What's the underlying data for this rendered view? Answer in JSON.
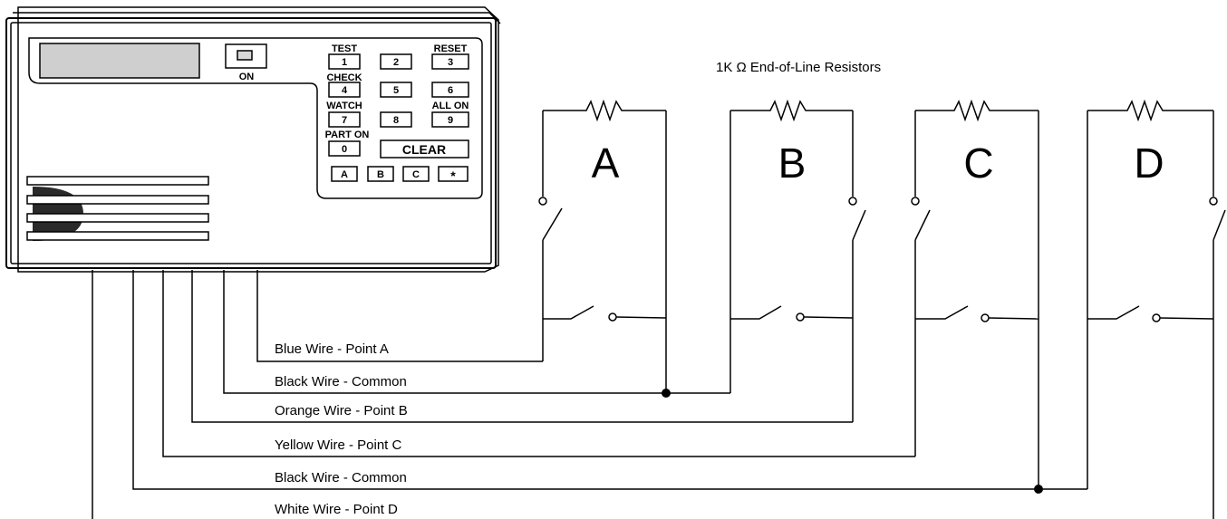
{
  "title": "1K Ω End-of-Line Resistors",
  "panel": {
    "on_label": "ON",
    "keys": [
      {
        "digit": "1",
        "top_label": "TEST"
      },
      {
        "digit": "2",
        "top_label": ""
      },
      {
        "digit": "3",
        "top_label": "RESET"
      },
      {
        "digit": "4",
        "top_label": "CHECK"
      },
      {
        "digit": "5",
        "top_label": ""
      },
      {
        "digit": "6",
        "top_label": ""
      },
      {
        "digit": "7",
        "top_label": "WATCH"
      },
      {
        "digit": "8",
        "top_label": ""
      },
      {
        "digit": "9",
        "top_label": "ALL ON"
      },
      {
        "digit": "0",
        "top_label": "PART ON"
      }
    ],
    "clear_label": "CLEAR",
    "bottom_keys": [
      "A",
      "B",
      "C",
      "*"
    ]
  },
  "zones": [
    "A",
    "B",
    "C",
    "D"
  ],
  "wires": [
    "Blue Wire - Point  A",
    "Black Wire - Common",
    "Orange Wire - Point B",
    "Yellow Wire - Point C",
    "Black Wire - Common",
    "White Wire - Point D"
  ]
}
